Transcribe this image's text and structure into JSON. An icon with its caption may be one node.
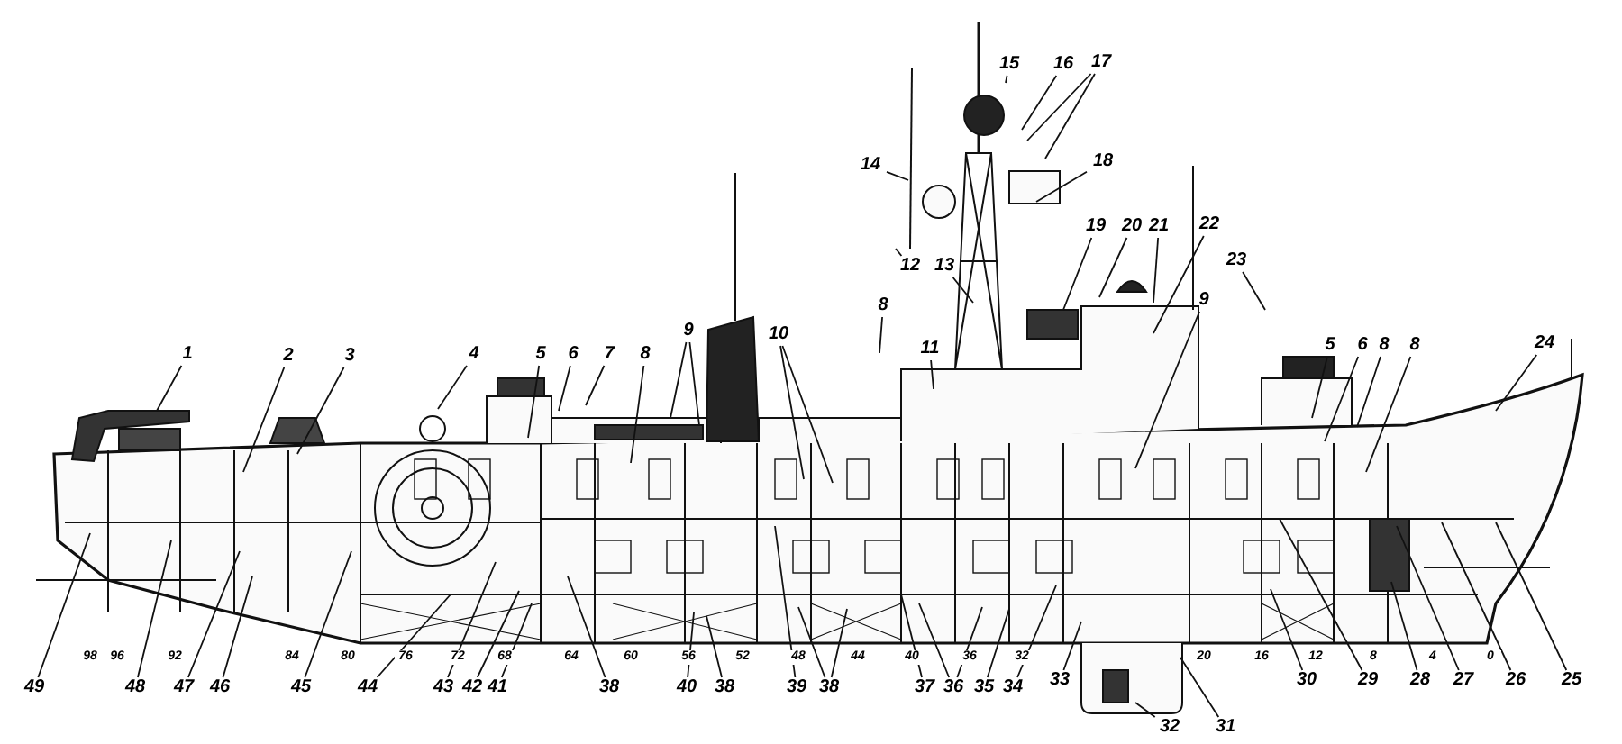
{
  "diagram": {
    "nodes": [
      {
        "text": [
          "1"
        ]
      },
      {
        "text": [
          "2"
        ]
      },
      {
        "text": [
          "3"
        ]
      },
      {
        "text": [
          "4"
        ]
      },
      {
        "text": [
          "5"
        ]
      },
      {
        "text": [
          "6"
        ]
      },
      {
        "text": [
          "7"
        ]
      },
      {
        "text": [
          "8"
        ]
      },
      {
        "text": [
          "9"
        ]
      },
      {
        "text": [
          "10"
        ]
      },
      {
        "text": [
          "14"
        ]
      },
      {
        "text": [
          "8"
        ]
      },
      {
        "text": [
          "11"
        ]
      },
      {
        "text": [
          "12"
        ]
      },
      {
        "text": [
          "13"
        ]
      },
      {
        "text": [
          "15"
        ]
      },
      {
        "text": [
          "16"
        ]
      },
      {
        "text": [
          "17"
        ]
      },
      {
        "text": [
          "18"
        ]
      },
      {
        "text": [
          "19"
        ]
      },
      {
        "text": [
          "20"
        ]
      },
      {
        "text": [
          "21"
        ]
      },
      {
        "text": [
          "22"
        ]
      },
      {
        "text": [
          "23"
        ]
      },
      {
        "text": [
          "9"
        ]
      },
      {
        "text": [
          "5"
        ]
      },
      {
        "text": [
          "6"
        ]
      },
      {
        "text": [
          "8"
        ]
      },
      {
        "text": [
          "8"
        ]
      },
      {
        "text": [
          "24"
        ]
      },
      {
        "text": [
          "49"
        ]
      },
      {
        "text": [
          "48"
        ]
      },
      {
        "text": [
          "47"
        ]
      },
      {
        "text": [
          "46"
        ]
      },
      {
        "text": [
          "45"
        ]
      },
      {
        "text": [
          "44"
        ]
      },
      {
        "text": [
          "43"
        ]
      },
      {
        "text": [
          "42"
        ]
      },
      {
        "text": [
          "41"
        ]
      },
      {
        "text": [
          "38"
        ]
      },
      {
        "text": [
          "40"
        ]
      },
      {
        "text": [
          "38"
        ]
      },
      {
        "text": [
          "39"
        ]
      },
      {
        "text": [
          "38"
        ]
      },
      {
        "text": [
          "37"
        ]
      },
      {
        "text": [
          "36"
        ]
      },
      {
        "text": [
          "35"
        ]
      },
      {
        "text": [
          "34"
        ]
      },
      {
        "text": [
          "33"
        ]
      },
      {
        "text": [
          "32"
        ]
      },
      {
        "text": [
          "31"
        ]
      },
      {
        "text": [
          "30"
        ]
      },
      {
        "text": [
          "29"
        ]
      },
      {
        "text": [
          "28"
        ]
      },
      {
        "text": [
          "27"
        ]
      },
      {
        "text": [
          "26"
        ]
      },
      {
        "text": [
          "25"
        ]
      }
    ],
    "edges": [
      {
        "from": 0,
        "to": null,
        "arrow": "none"
      },
      {
        "from": 1,
        "to": null,
        "arrow": "none"
      },
      {
        "from": 2,
        "to": null,
        "arrow": "none"
      },
      {
        "from": 3,
        "to": null,
        "arrow": "none"
      },
      {
        "from": 4,
        "to": null,
        "arrow": "none"
      },
      {
        "from": 5,
        "to": null,
        "arrow": "none"
      },
      {
        "from": 6,
        "to": null,
        "arrow": "none"
      },
      {
        "from": 7,
        "to": null,
        "arrow": "none"
      },
      {
        "from": 8,
        "to": null,
        "arrow": "none"
      },
      {
        "from": 8,
        "to": null,
        "arrow": "none"
      },
      {
        "from": 9,
        "to": null,
        "arrow": "none"
      },
      {
        "from": 9,
        "to": null,
        "arrow": "none"
      },
      {
        "from": 10,
        "to": null,
        "arrow": "none"
      },
      {
        "from": 11,
        "to": null,
        "arrow": "none"
      },
      {
        "from": 12,
        "to": null,
        "arrow": "none"
      },
      {
        "from": 13,
        "to": null,
        "arrow": "none"
      },
      {
        "from": 14,
        "to": null,
        "arrow": "none"
      },
      {
        "from": 15,
        "to": null,
        "arrow": "none"
      },
      {
        "from": 16,
        "to": null,
        "arrow": "none"
      },
      {
        "from": 17,
        "to": null,
        "arrow": "none"
      },
      {
        "from": 17,
        "to": null,
        "arrow": "none"
      },
      {
        "from": 18,
        "to": null,
        "arrow": "none"
      },
      {
        "from": 19,
        "to": null,
        "arrow": "none"
      },
      {
        "from": 20,
        "to": null,
        "arrow": "none"
      },
      {
        "from": 21,
        "to": null,
        "arrow": "none"
      },
      {
        "from": 22,
        "to": null,
        "arrow": "none"
      },
      {
        "from": 23,
        "to": null,
        "arrow": "none"
      },
      {
        "from": 24,
        "to": null,
        "arrow": "none"
      },
      {
        "from": 25,
        "to": null,
        "arrow": "none"
      },
      {
        "from": 26,
        "to": null,
        "arrow": "none"
      },
      {
        "from": 27,
        "to": null,
        "arrow": "none"
      },
      {
        "from": 28,
        "to": null,
        "arrow": "none"
      },
      {
        "from": 29,
        "to": null,
        "arrow": "none"
      },
      {
        "from": 30,
        "to": null,
        "arrow": "none"
      },
      {
        "from": 31,
        "to": null,
        "arrow": "none"
      },
      {
        "from": 32,
        "to": null,
        "arrow": "none"
      },
      {
        "from": 33,
        "to": null,
        "arrow": "none"
      },
      {
        "from": 34,
        "to": null,
        "arrow": "none"
      },
      {
        "from": 35,
        "to": null,
        "arrow": "none"
      },
      {
        "from": 36,
        "to": null,
        "arrow": "none"
      },
      {
        "from": 37,
        "to": null,
        "arrow": "none"
      },
      {
        "from": 38,
        "to": null,
        "arrow": "none"
      },
      {
        "from": 39,
        "to": null,
        "arrow": "none"
      },
      {
        "from": 40,
        "to": null,
        "arrow": "none"
      },
      {
        "from": 41,
        "to": null,
        "arrow": "none"
      },
      {
        "from": 42,
        "to": null,
        "arrow": "none"
      },
      {
        "from": 43,
        "to": null,
        "arrow": "none"
      },
      {
        "from": 43,
        "to": null,
        "arrow": "none"
      },
      {
        "from": 44,
        "to": null,
        "arrow": "none"
      },
      {
        "from": 45,
        "to": null,
        "arrow": "none"
      },
      {
        "from": 45,
        "to": null,
        "arrow": "none"
      },
      {
        "from": 46,
        "to": null,
        "arrow": "none"
      },
      {
        "from": 47,
        "to": null,
        "arrow": "none"
      },
      {
        "from": 48,
        "to": null,
        "arrow": "none"
      },
      {
        "from": 49,
        "to": null,
        "arrow": "none"
      },
      {
        "from": 50,
        "to": null,
        "arrow": "none"
      },
      {
        "from": 51,
        "to": null,
        "arrow": "none"
      },
      {
        "from": 52,
        "to": null,
        "arrow": "none"
      },
      {
        "from": 53,
        "to": null,
        "arrow": "none"
      },
      {
        "from": 54,
        "to": null,
        "arrow": "none"
      },
      {
        "from": 55,
        "to": null,
        "arrow": "none"
      },
      {
        "from": 56,
        "to": null,
        "arrow": "none"
      }
    ],
    "labels": [
      "98",
      "96",
      "92",
      "84",
      "80",
      "76",
      "72",
      "68",
      "64",
      "60",
      "56",
      "52",
      "48",
      "44",
      "40",
      "36",
      "32",
      "20",
      "16",
      "12",
      "8",
      "4",
      "0"
    ]
  }
}
